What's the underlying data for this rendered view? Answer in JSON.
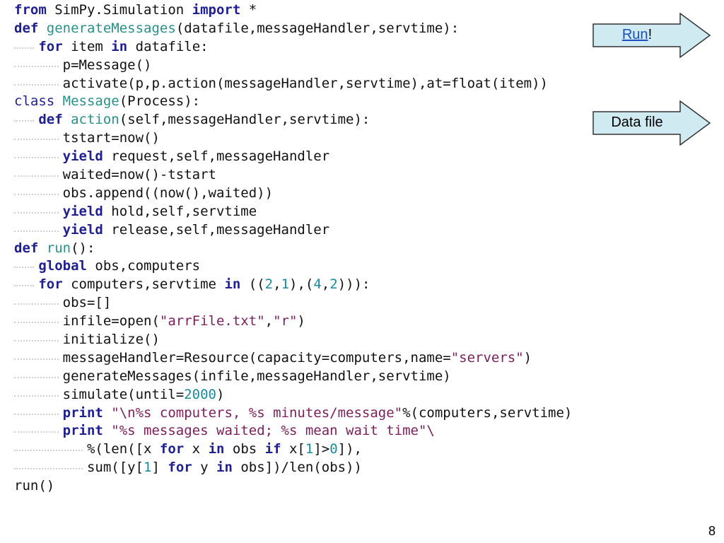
{
  "code_lines": [
    {
      "indent": 0,
      "tokens": [
        [
          "kw",
          "from"
        ],
        [
          "t",
          " SimPy.Simulation "
        ],
        [
          "kw",
          "import"
        ],
        [
          "t",
          " *"
        ]
      ]
    },
    {
      "indent": 0,
      "tokens": [
        [
          "kw",
          "def"
        ],
        [
          "t",
          " "
        ],
        [
          "fn",
          "generateMessages"
        ],
        [
          "t",
          "(datafile,messageHandler,servtime):"
        ]
      ]
    },
    {
      "indent": 1,
      "tokens": [
        [
          "kw",
          "for"
        ],
        [
          "t",
          " item "
        ],
        [
          "kw",
          "in"
        ],
        [
          "t",
          " datafile:"
        ]
      ]
    },
    {
      "indent": 2,
      "tokens": [
        [
          "t",
          "p=Message()"
        ]
      ]
    },
    {
      "indent": 2,
      "tokens": [
        [
          "t",
          "activate(p,p.action(messageHandler,servtime),at=float(item))"
        ]
      ]
    },
    {
      "indent": 0,
      "tokens": [
        [
          "cls",
          "class"
        ],
        [
          "t",
          " "
        ],
        [
          "fn",
          "Message"
        ],
        [
          "t",
          "(Process):"
        ]
      ]
    },
    {
      "indent": 1,
      "tokens": [
        [
          "kw",
          "def"
        ],
        [
          "t",
          " "
        ],
        [
          "fn",
          "action"
        ],
        [
          "t",
          "(self,messageHandler,servtime):"
        ]
      ]
    },
    {
      "indent": 2,
      "tokens": [
        [
          "t",
          "tstart=now()"
        ]
      ]
    },
    {
      "indent": 2,
      "tokens": [
        [
          "kw",
          "yield"
        ],
        [
          "t",
          " request,self,messageHandler"
        ]
      ]
    },
    {
      "indent": 2,
      "tokens": [
        [
          "t",
          "waited=now()-tstart"
        ]
      ]
    },
    {
      "indent": 2,
      "tokens": [
        [
          "t",
          "obs.append((now(),waited))"
        ]
      ]
    },
    {
      "indent": 2,
      "tokens": [
        [
          "kw",
          "yield"
        ],
        [
          "t",
          " hold,self,servtime"
        ]
      ]
    },
    {
      "indent": 2,
      "tokens": [
        [
          "kw",
          "yield"
        ],
        [
          "t",
          " release,self,messageHandler"
        ]
      ]
    },
    {
      "indent": 0,
      "tokens": [
        [
          "kw",
          "def"
        ],
        [
          "t",
          " "
        ],
        [
          "fn",
          "run"
        ],
        [
          "t",
          "():"
        ]
      ]
    },
    {
      "indent": 1,
      "tokens": [
        [
          "kw",
          "global"
        ],
        [
          "t",
          " obs,computers"
        ]
      ]
    },
    {
      "indent": 1,
      "tokens": [
        [
          "kw",
          "for"
        ],
        [
          "t",
          " computers,servtime "
        ],
        [
          "kw",
          "in"
        ],
        [
          "t",
          " (("
        ],
        [
          "nm",
          "2"
        ],
        [
          "t",
          ","
        ],
        [
          "nm",
          "1"
        ],
        [
          "t",
          "),("
        ],
        [
          "nm",
          "4"
        ],
        [
          "t",
          ","
        ],
        [
          "nm",
          "2"
        ],
        [
          "t",
          "))):"
        ]
      ]
    },
    {
      "indent": 2,
      "tokens": [
        [
          "t",
          "obs=[]"
        ]
      ]
    },
    {
      "indent": 2,
      "tokens": [
        [
          "t",
          "infile=open("
        ],
        [
          "st",
          "\"arrFile.txt\""
        ],
        [
          "t",
          ","
        ],
        [
          "st",
          "\"r\""
        ],
        [
          "t",
          ")"
        ]
      ]
    },
    {
      "indent": 2,
      "tokens": [
        [
          "t",
          "initialize()"
        ]
      ]
    },
    {
      "indent": 2,
      "tokens": [
        [
          "t",
          "messageHandler=Resource(capacity=computers,name="
        ],
        [
          "st",
          "\"servers\""
        ],
        [
          "t",
          ")"
        ]
      ]
    },
    {
      "indent": 2,
      "tokens": [
        [
          "t",
          "generateMessages(infile,messageHandler,servtime)"
        ]
      ]
    },
    {
      "indent": 2,
      "tokens": [
        [
          "t",
          "simulate(until="
        ],
        [
          "nm",
          "2000"
        ],
        [
          "t",
          ")"
        ]
      ]
    },
    {
      "indent": 2,
      "tokens": [
        [
          "kw",
          "print"
        ],
        [
          "t",
          " "
        ],
        [
          "st",
          "\"\\n%s computers, %s minutes/message\""
        ],
        [
          "t",
          "%(computers,servtime)"
        ]
      ]
    },
    {
      "indent": 2,
      "tokens": [
        [
          "kw",
          "print"
        ],
        [
          "t",
          " "
        ],
        [
          "st",
          "\"%s messages waited; %s mean wait time\""
        ],
        [
          "st",
          "\\"
        ]
      ]
    },
    {
      "indent": 3,
      "tokens": [
        [
          "t",
          "%(len([x "
        ],
        [
          "kw",
          "for"
        ],
        [
          "t",
          " x "
        ],
        [
          "kw",
          "in"
        ],
        [
          "t",
          " obs "
        ],
        [
          "kw",
          "if"
        ],
        [
          "t",
          " x["
        ],
        [
          "nm",
          "1"
        ],
        [
          "t",
          "]>"
        ],
        [
          "nm",
          "0"
        ],
        [
          "t",
          "]),"
        ]
      ]
    },
    {
      "indent": 3,
      "tokens": [
        [
          "t",
          "sum([y["
        ],
        [
          "nm",
          "1"
        ],
        [
          "t",
          "] "
        ],
        [
          "kw",
          "for"
        ],
        [
          "t",
          " y "
        ],
        [
          "kw",
          "in"
        ],
        [
          "t",
          " obs])/len(obs))"
        ]
      ]
    },
    {
      "indent": 0,
      "tokens": [
        [
          "t",
          "run()"
        ]
      ]
    }
  ],
  "run_button": {
    "link_text": "Run",
    "suffix": "!"
  },
  "datafile_button": {
    "label": "Data file"
  },
  "page_number": "8",
  "colors": {
    "arrow_fill": "#cfeaf0",
    "arrow_stroke": "#333333",
    "keyword": "#1f1f8f",
    "function": "#2a8f8a",
    "string": "#7a1f5a",
    "number": "#1a8a9a"
  }
}
